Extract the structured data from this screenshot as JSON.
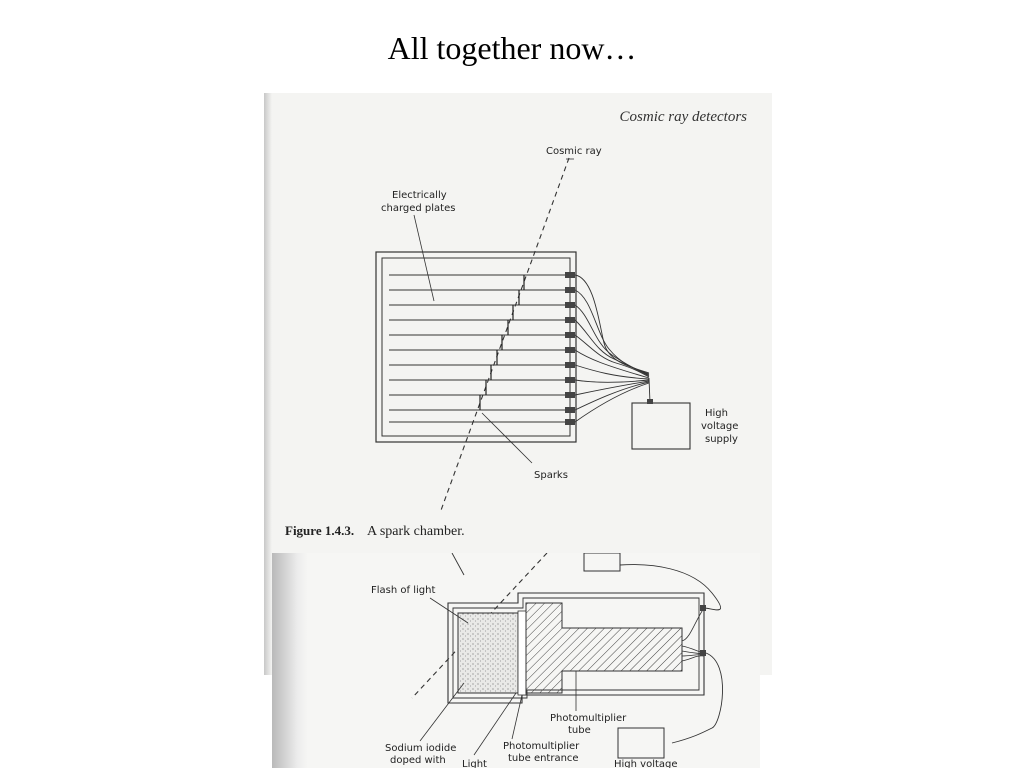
{
  "slide": {
    "title": "All together now…"
  },
  "spark_chamber_page": {
    "running_header": "Cosmic ray detectors",
    "labels": {
      "cosmic_ray": "Cosmic ray",
      "plates_line1": "Electrically",
      "plates_line2": "charged plates",
      "hv_line1": "High",
      "hv_line2": "voltage",
      "hv_line3": "supply",
      "sparks": "Sparks"
    },
    "caption_number": "Figure 1.4.3.",
    "caption_text": "A spark chamber."
  },
  "scintillator_page": {
    "labels": {
      "flash": "Flash of light",
      "pmt_line1": "Photomultiplier",
      "pmt_line2": "tube",
      "nai_line1": "Sodium iodide",
      "nai_line2": "doped with",
      "light": "Light",
      "window_line1": "Photomultiplier",
      "window_line2": "tube entrance",
      "hv": "High voltage"
    }
  }
}
